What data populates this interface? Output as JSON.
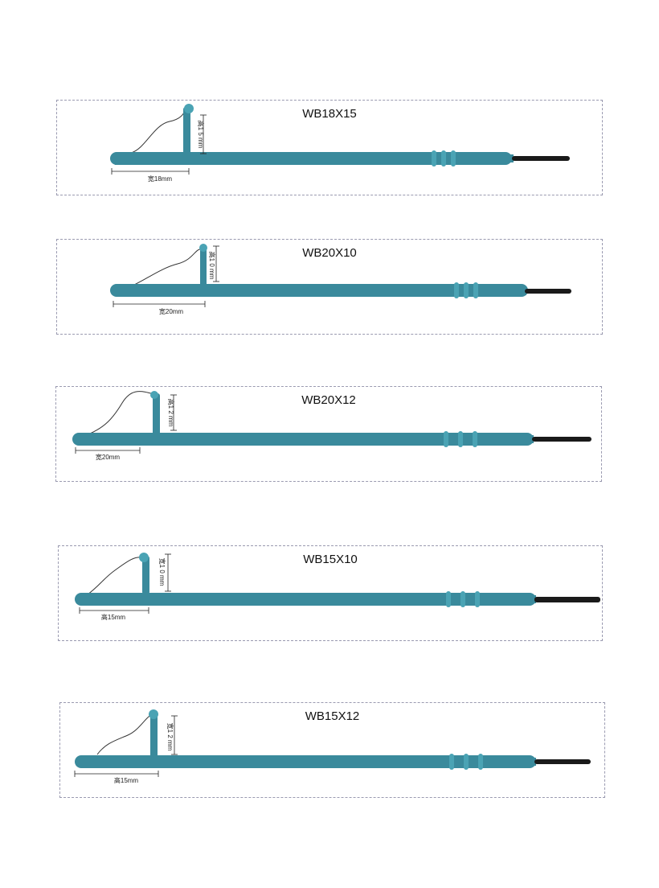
{
  "colors": {
    "body": "#3a8a9c",
    "ring": "#4aa3b4",
    "tip": "#1a1a1a",
    "wire": "#333333",
    "dim": "#222222"
  },
  "panels": [
    {
      "title": "WB18X15",
      "height_label": "高1 5 mm",
      "width_label": "宽18mm"
    },
    {
      "title": "WB20X10",
      "height_label": "高1 0 mm",
      "width_label": "宽20mm"
    },
    {
      "title": "WB20X12",
      "height_label": "高1 2 mm",
      "width_label": "宽20mm"
    },
    {
      "title": "WB15X10",
      "height_label": "宽1 0 mm",
      "width_label": "高15mm"
    },
    {
      "title": "WB15X12",
      "height_label": "宽1 2 mm",
      "width_label": "高15mm"
    }
  ]
}
